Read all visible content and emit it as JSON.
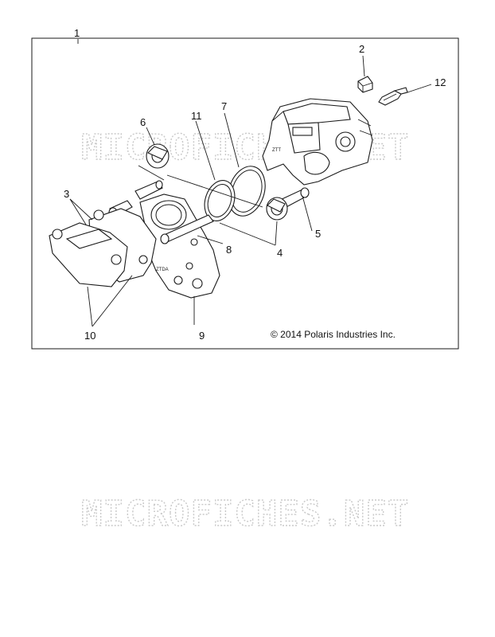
{
  "callouts": [
    {
      "id": "1",
      "label": "1"
    },
    {
      "id": "2",
      "label": "2"
    },
    {
      "id": "3",
      "label": "3"
    },
    {
      "id": "4",
      "label": "4"
    },
    {
      "id": "5",
      "label": "5"
    },
    {
      "id": "6",
      "label": "6"
    },
    {
      "id": "7",
      "label": "7"
    },
    {
      "id": "8",
      "label": "8"
    },
    {
      "id": "9",
      "label": "9"
    },
    {
      "id": "10",
      "label": "10"
    },
    {
      "id": "11",
      "label": "11"
    },
    {
      "id": "12",
      "label": "12"
    }
  ],
  "copyright": "© 2014 Polaris Industries Inc.",
  "watermark": "MICROFICHES.NET",
  "colors": {
    "line": "#1a1a1a",
    "watermark": "#c9c9c9",
    "background": "#ffffff"
  }
}
